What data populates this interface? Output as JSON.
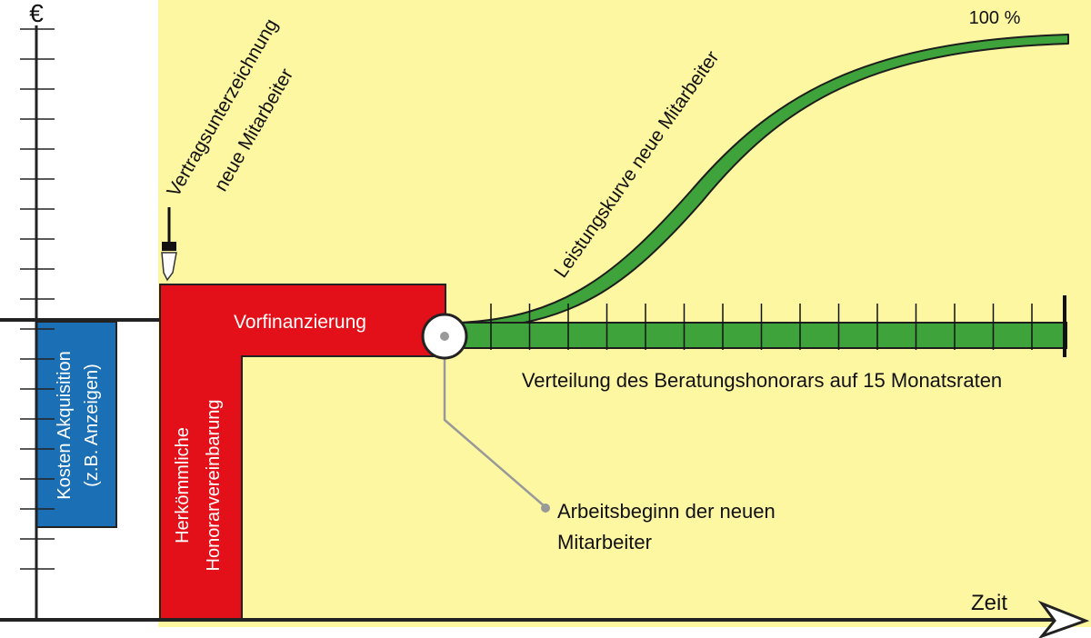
{
  "axes": {
    "y_symbol": "€",
    "x_label": "Zeit"
  },
  "labels": {
    "contract_signing": [
      "Vertragsunterzeichnung",
      "neue Mitarbeiter"
    ],
    "prefinancing": "Vorfinanzierung",
    "conventional_fee": [
      "Herkömmliche",
      "Honorarvereinbarung"
    ],
    "acquisition_costs": [
      "Kosten Akquisition",
      "(z.B. Anzeigen)"
    ],
    "performance_curve": "Leistungskurve neue Mitarbeiter",
    "percent_max": "100 %",
    "distribution": "Verteilung des Beratungshonorars auf 15 Monatsraten",
    "start_of_work": [
      "Arbeitsbeginn der neuen",
      "Mitarbeiter"
    ]
  },
  "timeline": {
    "installments": 15
  },
  "colors": {
    "background_area": "#fdf7a2",
    "red": "#e3101a",
    "blue": "#1a6fb5",
    "green": "#3da33a",
    "axis": "#222222",
    "connector": "#999999"
  }
}
